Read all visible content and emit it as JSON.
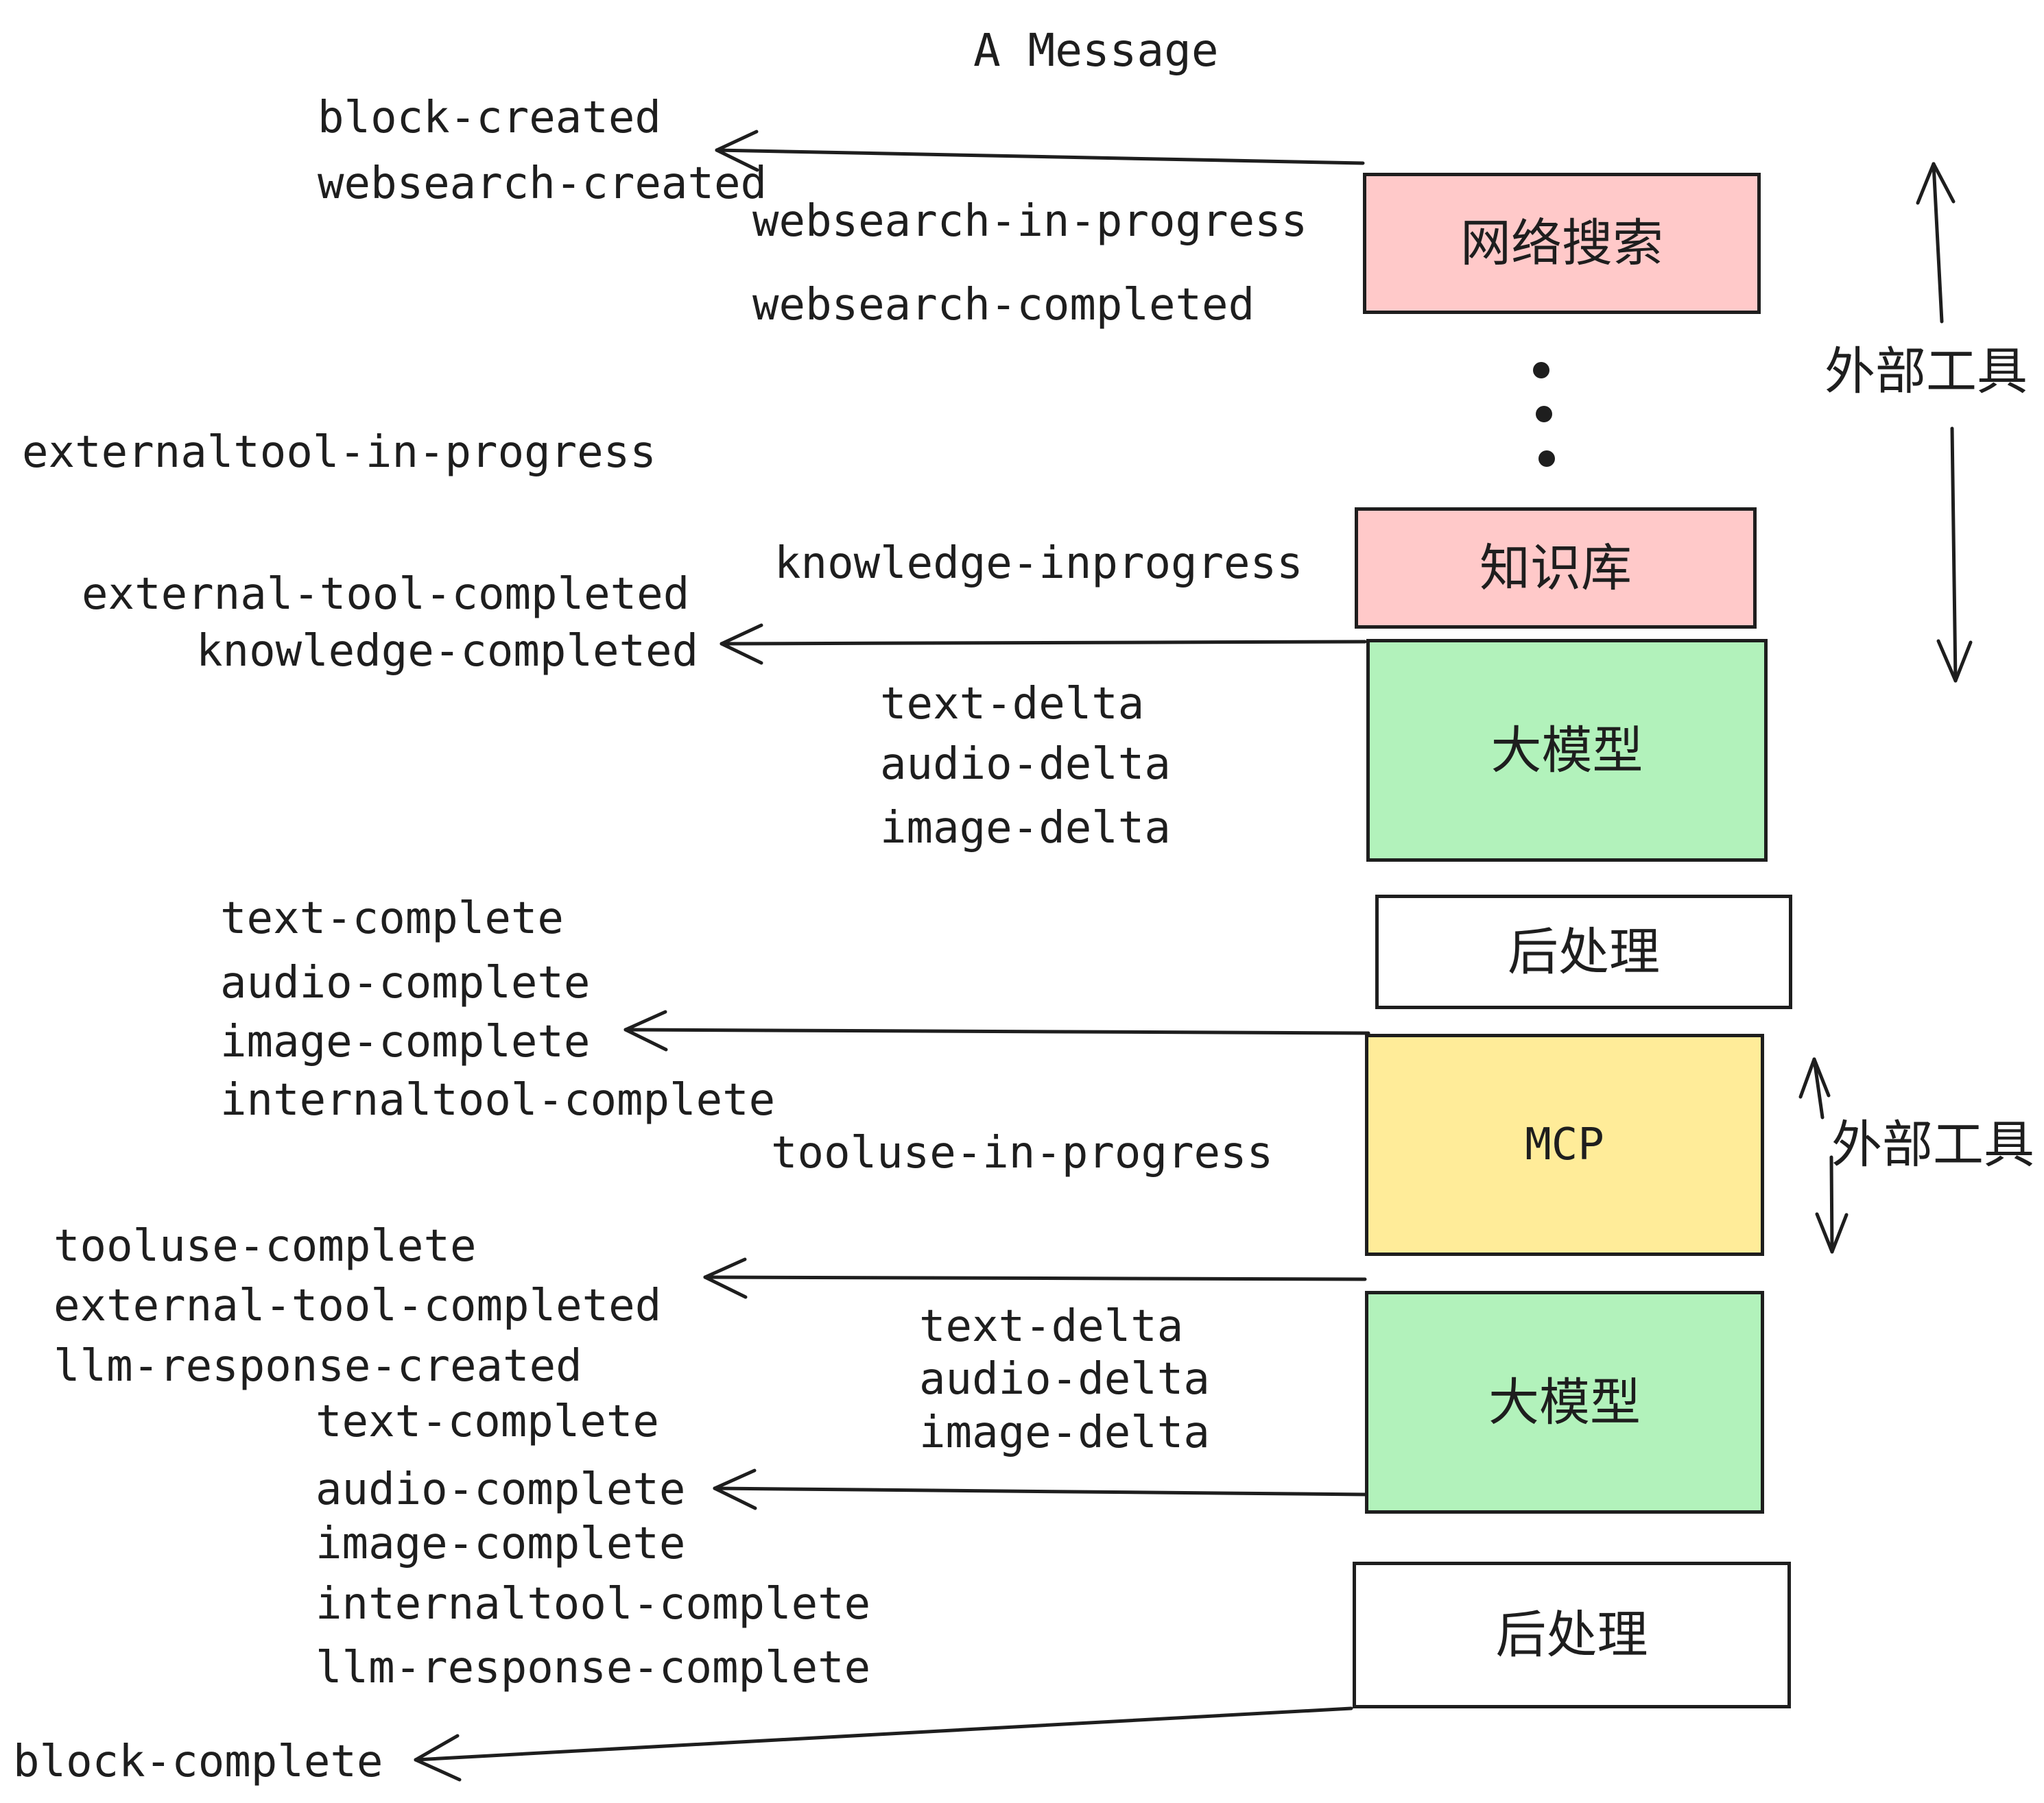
{
  "title": "A Message",
  "colors": {
    "box_pink": "#ffc9c9",
    "box_green": "#b2f2bb",
    "box_yellow": "#ffec99",
    "box_white": "#ffffff",
    "stroke": "#1e1e1e",
    "background": "#ffffff"
  },
  "boxes": {
    "websearch": {
      "label": "网络搜索",
      "color": "#ffc9c9"
    },
    "knowledge": {
      "label": "知识库",
      "color": "#ffc9c9"
    },
    "llm_top": {
      "label": "大模型",
      "color": "#b2f2bb"
    },
    "post_top": {
      "label": "后处理",
      "color": "#ffffff"
    },
    "mcp": {
      "label": "MCP",
      "color": "#ffec99"
    },
    "llm_bottom": {
      "label": "大模型",
      "color": "#b2f2bb"
    },
    "post_bottom": {
      "label": "后处理",
      "color": "#ffffff"
    }
  },
  "side_labels": {
    "external_tools_top": "外部工具",
    "external_tools_bottom": "外部工具"
  },
  "icons": {
    "vertical_ellipsis": "three stacked dots between 网络搜索 and 知识库 boxes"
  },
  "events": {
    "block_created": "block-created",
    "websearch_created": "websearch-created",
    "websearch_in_progress": "websearch-in-progress",
    "websearch_completed": "websearch-completed",
    "externaltool_in_progress": "externaltool-in-progress",
    "external_tool_completed": "external-tool-completed",
    "knowledge_completed": "knowledge-completed",
    "knowledge_inprogress": "knowledge-inprogress",
    "text_delta": "text-delta",
    "audio_delta": "audio-delta",
    "image_delta": "image-delta",
    "text_complete": "text-complete",
    "audio_complete": "audio-complete",
    "image_complete": "image-complete",
    "internaltool_complete": "internaltool-complete",
    "tooluse_in_progress": "tooluse-in-progress",
    "tooluse_complete": "tooluse-complete",
    "external_tool_completed_2": "external-tool-completed",
    "llm_response_created": "llm-response-created",
    "text_complete_2": "text-complete",
    "audio_complete_2": "audio-complete",
    "image_complete_2": "image-complete",
    "internaltool_complete_2": "internaltool-complete",
    "llm_response_complete": "llm-response-complete",
    "block_complete": "block-complete"
  }
}
